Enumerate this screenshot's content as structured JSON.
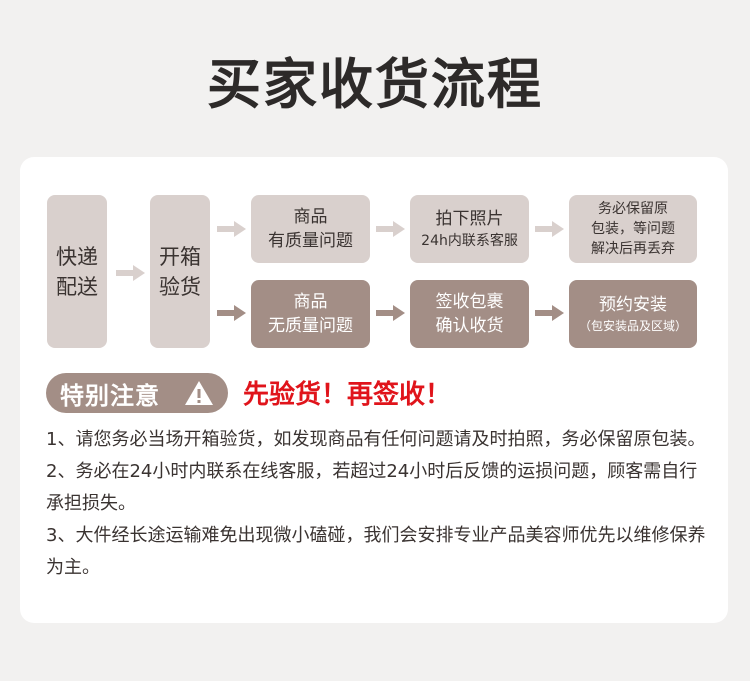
{
  "title": "买家收货流程",
  "flow": {
    "step1": [
      "快递",
      "配送"
    ],
    "step2": [
      "开箱",
      "验货"
    ],
    "top_row": [
      {
        "lines": [
          "商品",
          "有质量问题"
        ]
      },
      {
        "lines": [
          "拍下照片",
          "24h内联系客服"
        ]
      },
      {
        "lines": [
          "务必保留原",
          "包装，等问题",
          "解决后再丢弃"
        ]
      }
    ],
    "bottom_row": [
      {
        "lines": [
          "商品",
          "无质量问题"
        ]
      },
      {
        "lines": [
          "签收包裹",
          "确认收货"
        ]
      },
      {
        "lines": [
          "预约安装",
          "（包安装品及区域）"
        ]
      }
    ]
  },
  "notice": {
    "label": "特别注意",
    "icon": "warning-icon",
    "slogan": "先验货！再签收！",
    "items": [
      "1、请您务必当场开箱验货，如发现商品有任何问题请及时拍照，务必保留原包装。",
      "2、务必在24小时内联系在线客服，若超过24小时后反馈的运损问题，顾客需自行承担损失。",
      "3、大件经长途运输难免出现微小磕碰，我们会安排专业产品美容师优先以维修保养为主。"
    ]
  },
  "colors": {
    "background": "#f2f1f0",
    "light_box": "#d9d0cd",
    "dark_box": "#a38e86",
    "accent_red": "#e0141b",
    "text": "#3a3331"
  }
}
